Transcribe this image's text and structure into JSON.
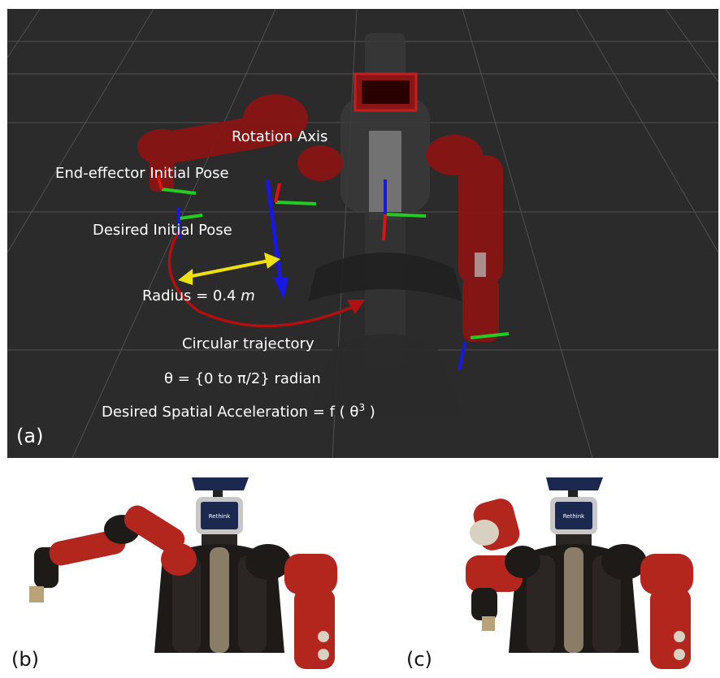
{
  "panel_a": {
    "tag": "(a)",
    "labels": {
      "rotation_axis": "Rotation Axis",
      "ee_initial": "End-effector Initial Pose",
      "desired_initial": "Desired Initial Pose",
      "radius_prefix": "Radius = 0.4 ",
      "radius_unit": "m",
      "trajectory": "Circular trajectory",
      "theta": "θ = {0 to π/2} radian",
      "accel_prefix": "Desired Spatial Acceleration = f ( θ",
      "accel_sup": "3",
      "accel_suffix": " )"
    },
    "colors": {
      "background": "#2b2b2b",
      "grid": "#4a4a4a",
      "robot_red": "#8b1414",
      "axis_blue": "#1818e0",
      "axis_green": "#22cc22",
      "axis_red": "#dd1111",
      "radius_yellow": "#f0e010",
      "trajectory_red": "#b01010"
    }
  },
  "panel_b": {
    "tag": "(b)",
    "screen_text": "Rethink"
  },
  "panel_c": {
    "tag": "(c)",
    "screen_text": "Rethink"
  },
  "colors": {
    "robot_red": "#b3261e",
    "robot_dark": "#1e1a18",
    "screen_blue": "#1b2850"
  }
}
